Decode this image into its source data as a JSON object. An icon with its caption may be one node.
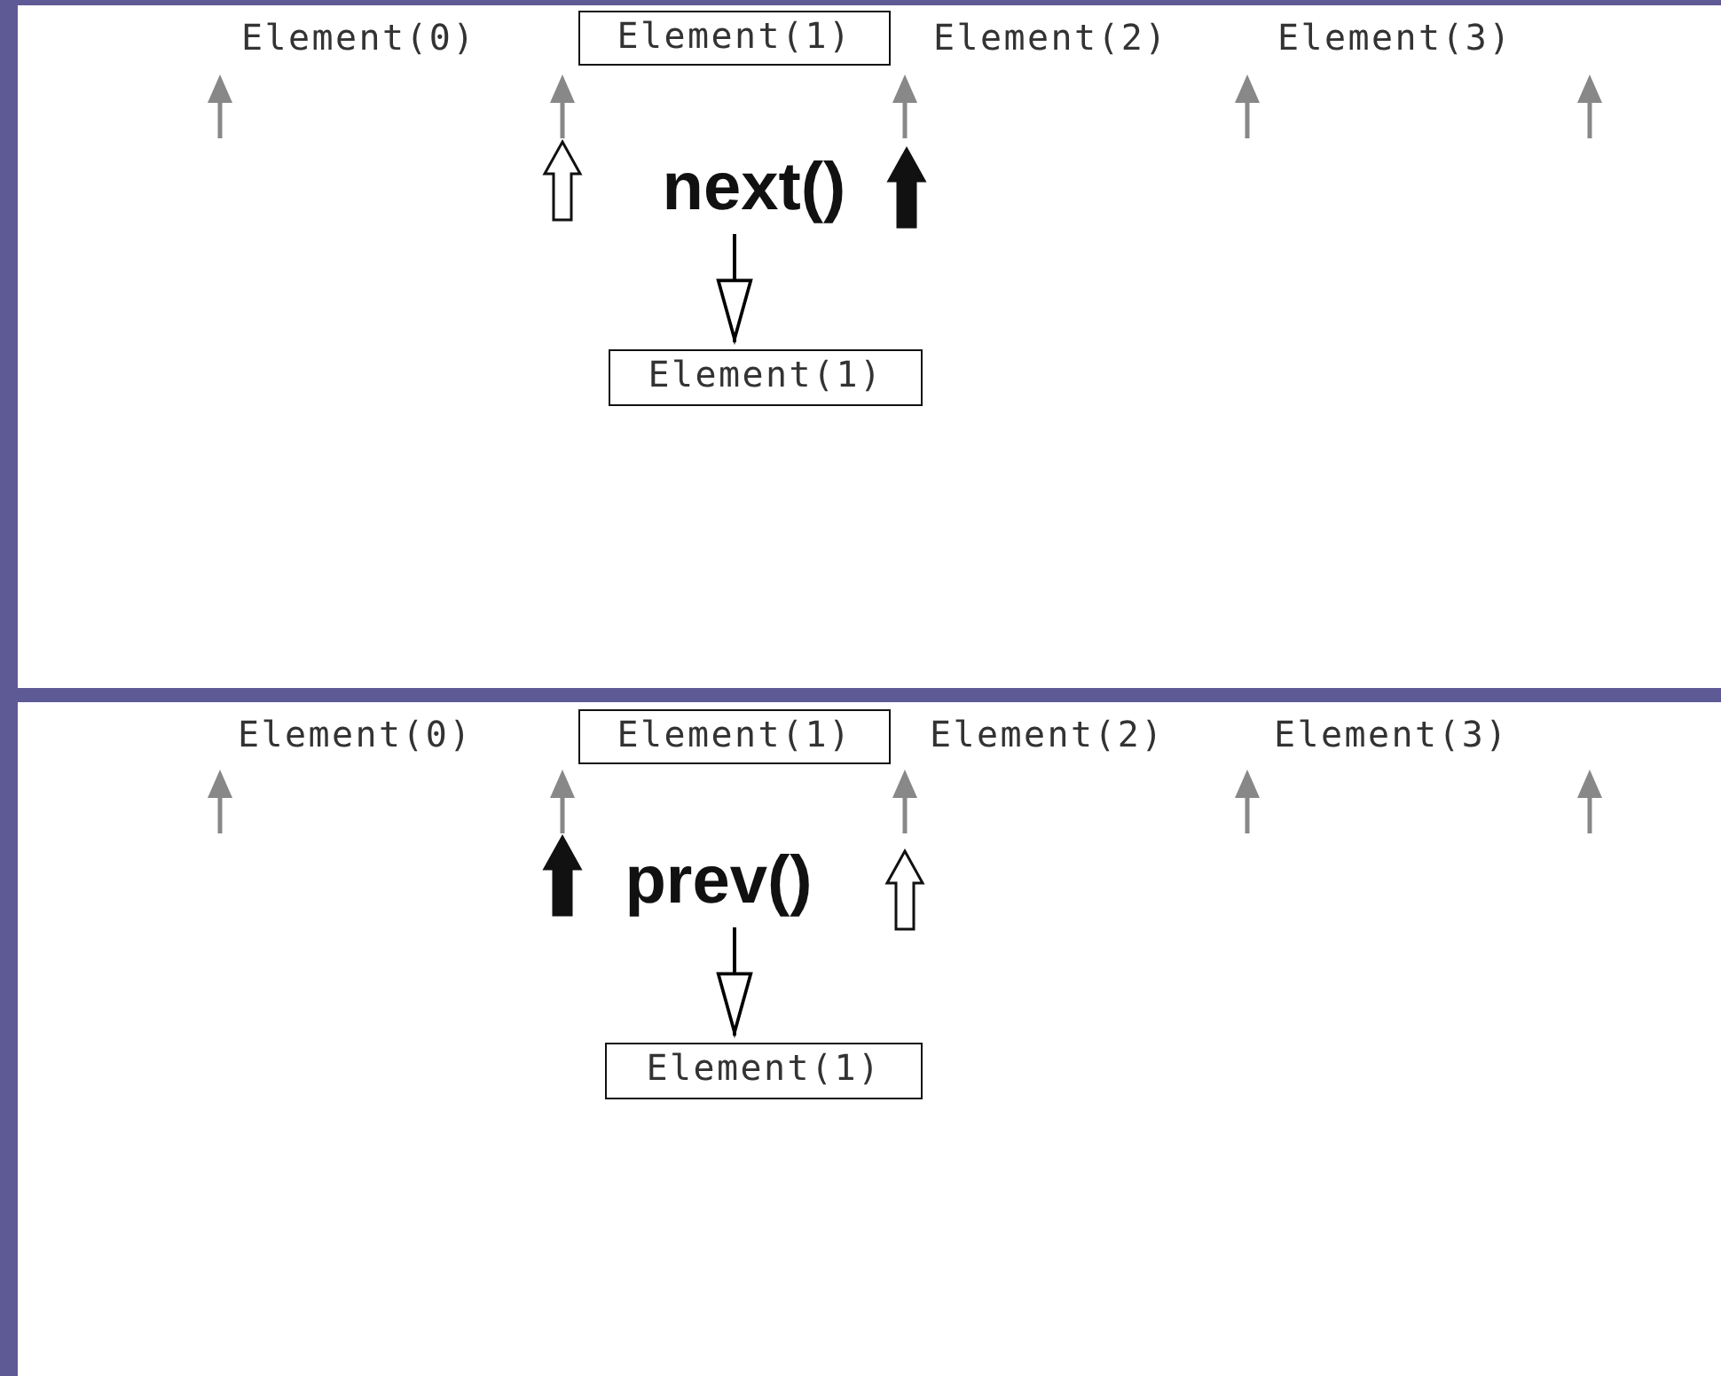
{
  "diagram": {
    "nodes": [
      {
        "text": [
          "Element(1)"
        ]
      },
      {
        "text": [
          "next()"
        ]
      },
      {
        "text": [
          "Element(1)"
        ]
      },
      {
        "text": [
          "Element(1)"
        ]
      },
      {
        "text": [
          "prev()"
        ]
      },
      {
        "text": [
          "Element(1)"
        ]
      }
    ],
    "edges": [
      {
        "from": 1,
        "to": 2,
        "arrow": "to"
      },
      {
        "from": 4,
        "to": 5,
        "arrow": "to"
      }
    ],
    "labels": [
      "Element(0)",
      "Element(2)",
      "Element(3)",
      "Element(0)",
      "Element(2)",
      "Element(3)"
    ]
  }
}
